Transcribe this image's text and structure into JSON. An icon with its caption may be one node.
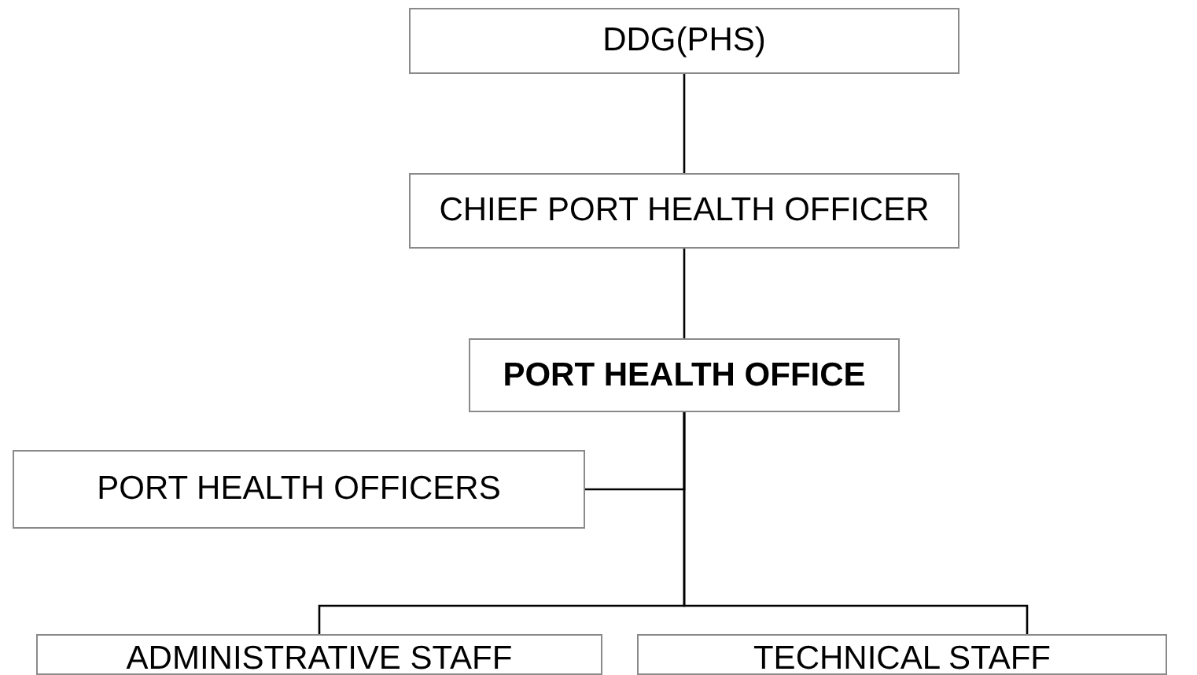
{
  "diagram": {
    "nodes": [
      {
        "text": [
          "DDG(PHS)"
        ]
      },
      {
        "text": [
          "CHIEF PORT HEALTH OFFICER"
        ]
      },
      {
        "text": [
          "PORT HEALTH OFFICE"
        ]
      },
      {
        "text": [
          "PORT HEALTH OFFICERS"
        ]
      },
      {
        "text": [
          "ADMINISTRATIVE STAFF"
        ]
      },
      {
        "text": [
          "TECHNICAL STAFF"
        ]
      }
    ],
    "edges": [
      {
        "from": 0,
        "to": 1,
        "arrow": "none"
      },
      {
        "from": 1,
        "to": 2,
        "arrow": "none"
      },
      {
        "from": 2,
        "to": 3,
        "arrow": "none"
      },
      {
        "from": 2,
        "to": 4,
        "arrow": "none"
      },
      {
        "from": 2,
        "to": 5,
        "arrow": "none"
      }
    ]
  }
}
